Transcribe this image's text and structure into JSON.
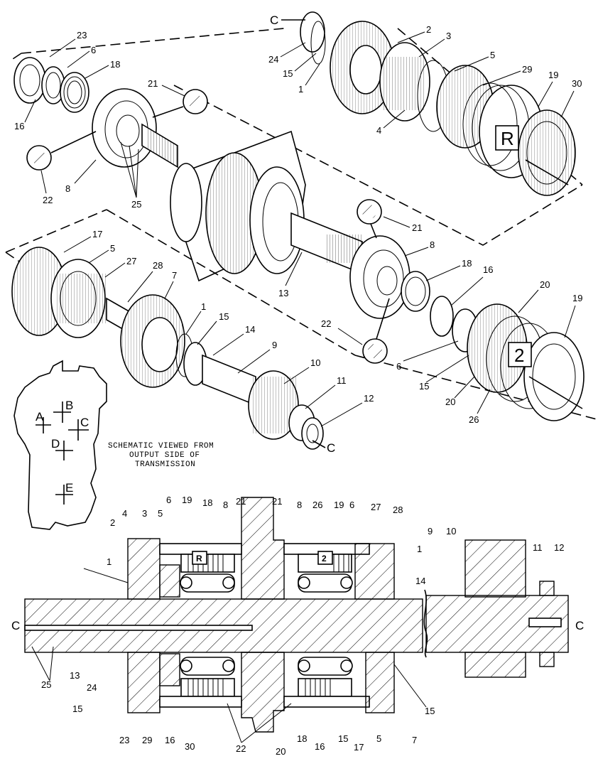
{
  "schematic": {
    "caption": [
      "SCHEMATIC VIEWED FROM",
      "OUTPUT SIDE OF",
      "TRANSMISSION"
    ],
    "points": [
      "A",
      "B",
      "C",
      "D",
      "E"
    ]
  },
  "exploded_upper": {
    "section_letter": "C",
    "box_label": "R",
    "callouts": [
      "23",
      "6",
      "18",
      "16",
      "21",
      "22",
      "8",
      "25",
      "24",
      "15",
      "1",
      "2",
      "3",
      "4",
      "5",
      "29",
      "19",
      "30"
    ]
  },
  "exploded_lower": {
    "section_letter": "C",
    "box_label": "2",
    "callouts": [
      "17",
      "5",
      "27",
      "28",
      "7",
      "1",
      "15",
      "14",
      "9",
      "10",
      "11",
      "12",
      "13",
      "21",
      "8",
      "18",
      "16",
      "22",
      "6",
      "15",
      "20",
      "19",
      "20",
      "26"
    ]
  },
  "cross_section": {
    "left_letter": "C",
    "right_letter": "C",
    "box_left": "R",
    "box_right": "2",
    "top_callouts": [
      "2",
      "4",
      "3",
      "5",
      "6",
      "19",
      "18",
      "8",
      "21",
      "21",
      "8",
      "26",
      "19",
      "6",
      "27",
      "28",
      "9",
      "10",
      "11",
      "12",
      "1",
      "1",
      "14"
    ],
    "bottom_callouts": [
      "25",
      "13",
      "24",
      "15",
      "23",
      "29",
      "16",
      "30",
      "22",
      "20",
      "18",
      "16",
      "15",
      "17",
      "5",
      "7",
      "15"
    ]
  }
}
